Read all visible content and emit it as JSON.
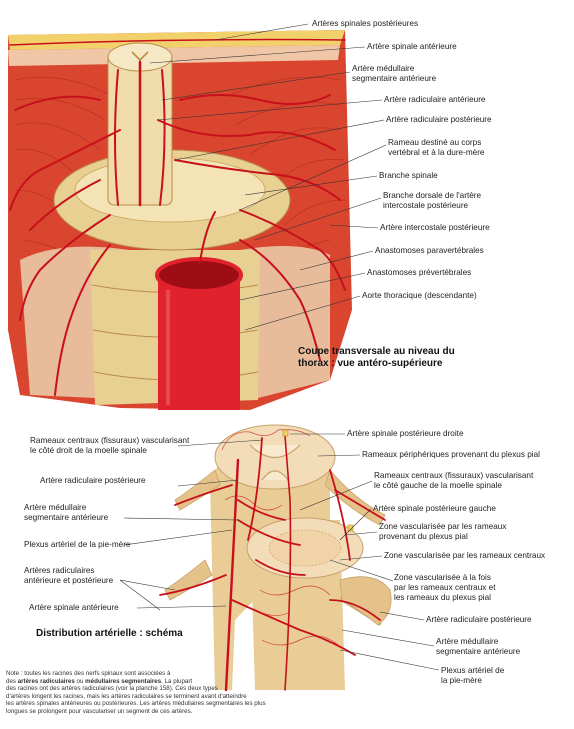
{
  "top_section": {
    "labels": {
      "a01": "Artères spinales postérieures",
      "a02": "Artère spinale antérieure",
      "a03_1": "Artère médullaire",
      "a03_2": "segmentaire antérieure",
      "a04": "Artère radiculaire antérieure",
      "a05": "Artère radiculaire postérieure",
      "a06_1": "Rameau destiné au corps",
      "a06_2": "vertébral et à la dure-mère",
      "a07": "Branche spinale",
      "a08_1": "Branche dorsale de l'artère",
      "a08_2": "intercostale postérieure",
      "a09": "Artère intercostale postérieure",
      "a10": "Anastomoses paravertébrales",
      "a11": "Anastomoses prévertébrales",
      "a12": "Aorte thoracique (descendante)"
    },
    "caption_1": "Coupe transversale au niveau du",
    "caption_2": "thorax : vue antéro-supérieure"
  },
  "bottom_section": {
    "labels": {
      "b01_1": "Rameaux centraux (fissuraux) vascularisant",
      "b01_2": "le côté droit de la moelle spinale",
      "b02": "Artère spinale postérieure droite",
      "b03": "Rameaux périphériques provenant du plexus pial",
      "b04": "Artère radiculaire postérieure",
      "b05_1": "Rameaux centraux (fissuraux) vascularisant",
      "b05_2": "le côté gauche de la moelle spinale",
      "b06_1": "Artère médullaire",
      "b06_2": "segmentaire antérieure",
      "b07": "Artère spinale postérieure gauche",
      "b08": "Plexus artériel de la pie-mère",
      "b09_1": "Zone vascularisée par les rameaux",
      "b09_2": "provenant du plexus pial",
      "b10": "Zone vascularisée par les rameaux centraux",
      "b11_1": "Artères radiculaires",
      "b11_2": "antérieure et postérieure",
      "b12_1": "Zone vascularisée à la fois",
      "b12_2": "par les rameaux centraux et",
      "b12_3": "les rameaux du plexus pial",
      "b13": "Artère spinale antérieure",
      "b14": "Artère radiculaire postérieure",
      "b15_1": "Artère médullaire",
      "b15_2": "segmentaire antérieure",
      "b16_1": "Plexus artériel de",
      "b16_2": "la pie-mère"
    },
    "caption": "Distribution artérielle : schéma"
  },
  "note": {
    "p1": "Note : toutes les racines des nerfs spinaux sont associées à",
    "p2a": "des ",
    "p2b": "artères radiculaires",
    "p2c": " ou ",
    "p2d": "médullaires segmentaires",
    "p2e": ". La plupart",
    "p3": "des racines ont des artères radiculaires (voir la planche 158). Ces deux types",
    "p4": "d'artères longent les racines, mais les artères radiculaires se terminent avant d'atteindre",
    "p5": "les artères spinales antérieures ou postérieures. Les artères médullaires segmentaires les plus",
    "p6": "longues se prolongent pour vasculariser un segment de ces artères."
  },
  "colors": {
    "artery": "#c8101c",
    "muscle": "#d9452e",
    "bone": "#e8cf92",
    "cord": "#f0dcaa",
    "pial": "#f3ddb9"
  }
}
